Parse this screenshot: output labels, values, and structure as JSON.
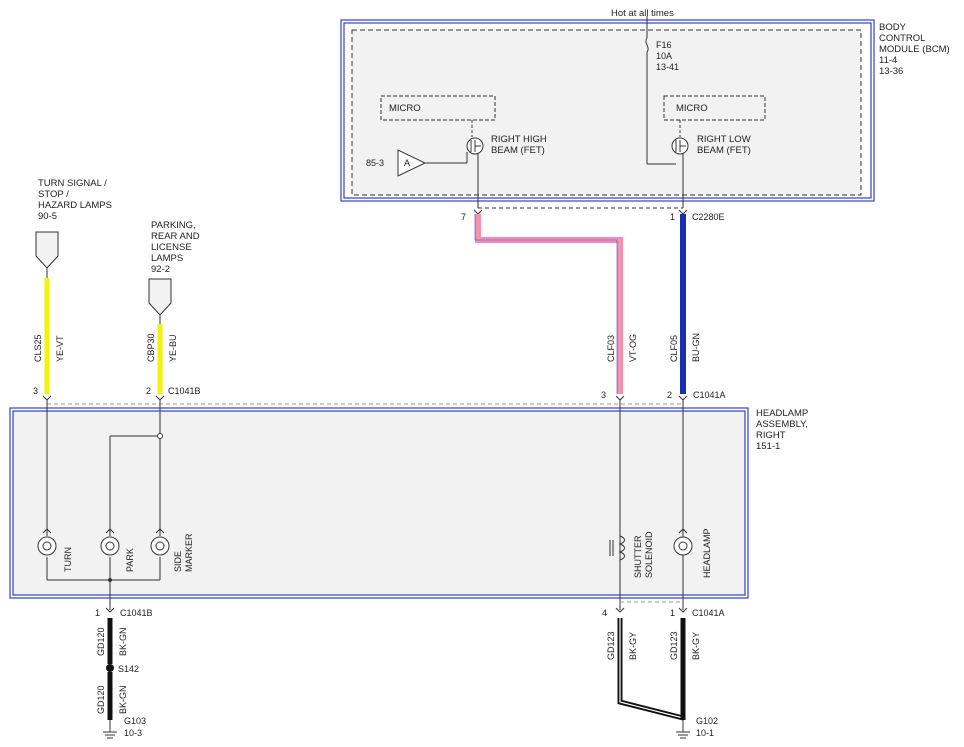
{
  "header": {
    "power_note": "Hot at all times"
  },
  "bcm": {
    "name_lines": [
      "BODY",
      "CONTROL",
      "MODULE (BCM)",
      "11-4",
      "13-36"
    ],
    "fuse_lines": [
      "F16",
      "10A",
      "13-41"
    ],
    "micro_left": "MICRO",
    "micro_right": "MICRO",
    "high_beam_lines": [
      "RIGHT HIGH",
      "BEAM (FET)"
    ],
    "low_beam_lines": [
      "RIGHT LOW",
      "BEAM (FET)"
    ],
    "input_ref": "85-3",
    "input_symbol": "A",
    "pin_high": "7",
    "pin_low": "1",
    "connector": "C2280E"
  },
  "refs": {
    "turn": {
      "lines": [
        "TURN SIGNAL /",
        "STOP /",
        "HAZARD LAMPS",
        "90-5"
      ]
    },
    "park": {
      "lines": [
        "PARKING,",
        "REAR AND",
        "LICENSE",
        "LAMPS",
        "92-2"
      ]
    }
  },
  "wires": {
    "cls25": {
      "circuit": "CLS25",
      "color": "YE-VT",
      "hex": "#f2f20a"
    },
    "cbp30": {
      "circuit": "CBP30",
      "color": "YE-BU",
      "hex": "#f2f20a"
    },
    "clf03": {
      "circuit": "CLF03",
      "color": "VT-OG",
      "hex": "#ee82ee",
      "hex2": "#f7a36a"
    },
    "clf05": {
      "circuit": "CLF05",
      "color": "BU-GN",
      "hex": "#1a2fb0"
    },
    "gd120a": {
      "circuit": "GD120",
      "color": "BK-GN",
      "hex": "#111111"
    },
    "gd120b": {
      "circuit": "GD120",
      "color": "BK-GN",
      "hex": "#111111"
    },
    "gd123a": {
      "circuit": "GD123",
      "color": "BK-GY",
      "hex": "#111111"
    },
    "gd123b": {
      "circuit": "GD123",
      "color": "BK-GY",
      "hex": "#111111"
    }
  },
  "connectors": {
    "c1041b_top": {
      "name": "C1041B",
      "pin_left": "3",
      "pin_right": "2"
    },
    "c1041a_top": {
      "name": "C1041A",
      "pin_left": "3",
      "pin_right": "2"
    },
    "c1041b_bottom": {
      "name": "C1041B",
      "pin": "1"
    },
    "c1041a_bottom": {
      "name": "C1041A",
      "pin_left": "4",
      "pin_right": "1"
    }
  },
  "headlamp": {
    "name_lines": [
      "HEADLAMP",
      "ASSEMBLY,",
      "RIGHT",
      "151-1"
    ],
    "bulb_turn": "TURN",
    "bulb_park": "PARK",
    "bulb_side": [
      "SIDE",
      "MARKER"
    ],
    "solenoid": [
      "SHUTTER",
      "SOLENOID"
    ],
    "headlamp_bulb": "HEADLAMP"
  },
  "grounds": {
    "splice": "S142",
    "g103": {
      "name": "G103",
      "ref": "10-3"
    },
    "g102": {
      "name": "G102",
      "ref": "10-1"
    }
  }
}
